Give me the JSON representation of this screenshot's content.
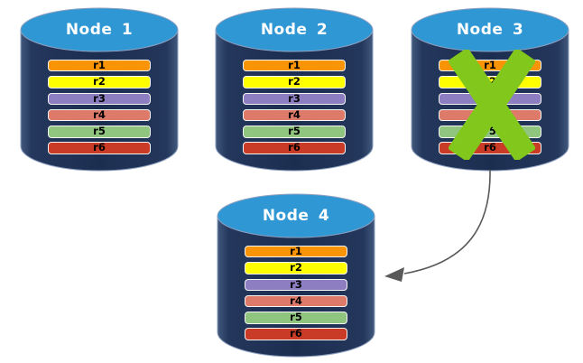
{
  "diagram": {
    "type": "database-replication-failover",
    "background": "#FFFFFF"
  },
  "nodes": [
    {
      "title": "Node 1",
      "status": "active",
      "rows": [
        "r1",
        "r2",
        "r3",
        "r4",
        "r5",
        "r6"
      ]
    },
    {
      "title": "Node 2",
      "status": "active",
      "rows": [
        "r1",
        "r2",
        "r3",
        "r4",
        "r5",
        "r6"
      ]
    },
    {
      "title": "Node 3",
      "status": "failed",
      "rows": [
        "r1",
        "r2",
        "r3",
        "r4",
        "r5",
        "r6"
      ]
    },
    {
      "title": "Node 4",
      "status": "active",
      "rows": [
        "r1",
        "r2",
        "r3",
        "r4",
        "r5",
        "r6"
      ]
    }
  ],
  "row_colors": [
    "#F89406",
    "#FFFF00",
    "#8C7EC0",
    "#DE7A6A",
    "#8FC57E",
    "#C93B27"
  ],
  "colors": {
    "cylinder_top": "#2F97D4",
    "cylinder_body": "#1E3053",
    "cylinder_outline": "#8EA0BF",
    "bar_border": "#F4F4F2",
    "bar_text": "#000000",
    "title_text": "#FFFFFF",
    "failure_x": "#82C71C",
    "arrow": "#595959"
  },
  "annotations": {
    "failure_x_on": "Node 3",
    "arrow": {
      "from": "Node 3",
      "to": "Node 4"
    }
  }
}
